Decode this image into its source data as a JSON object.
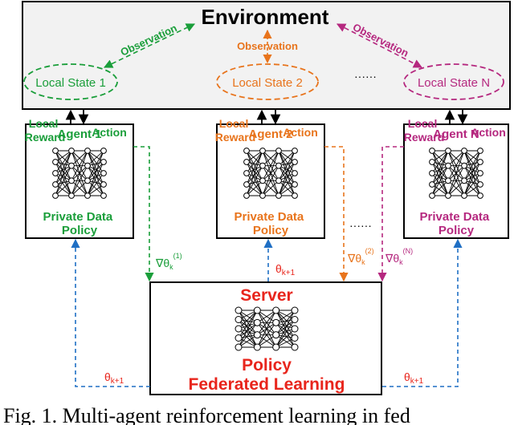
{
  "environment": {
    "title": "Environment",
    "observation_label": "Observation",
    "states": [
      "Local State 1",
      "Local State 2",
      "Local State N"
    ],
    "dots": "······"
  },
  "agents": [
    {
      "name": "Agent 1",
      "reward_label": "Local\nReward",
      "action_label": "Action",
      "data_label": "Private Data\nPolicy",
      "gradient_label": "∇θ",
      "gradient_sup": "(1)",
      "gradient_sub": "k",
      "color": "#1a9e3a"
    },
    {
      "name": "Agent 2",
      "reward_label": "Local\nReward",
      "action_label": "Action",
      "data_label": "Private Data\nPolicy",
      "gradient_label": "∇θ",
      "gradient_sup": "(2)",
      "gradient_sub": "k",
      "color": "#e8741c"
    },
    {
      "name": "Agent N",
      "reward_label": "Local\nReward",
      "action_label": "Action",
      "data_label": "Private Data\nPolicy",
      "gradient_label": "∇θ",
      "gradient_sup": "(N)",
      "gradient_sub": "k",
      "color": "#b5287f"
    }
  ],
  "agent_dots": "······",
  "server": {
    "title": "Server",
    "policy_label": "Policy",
    "fl_label": "Federated Learning",
    "color": "#e8251c",
    "theta_label": "θ",
    "theta_sub": "k+1"
  },
  "caption": "Fig. 1. Multi-agent reinforcement learning in fed",
  "colors": {
    "broadcast": "#1f6fc4",
    "env_bg": "#f2f2f2",
    "black": "#000000"
  }
}
